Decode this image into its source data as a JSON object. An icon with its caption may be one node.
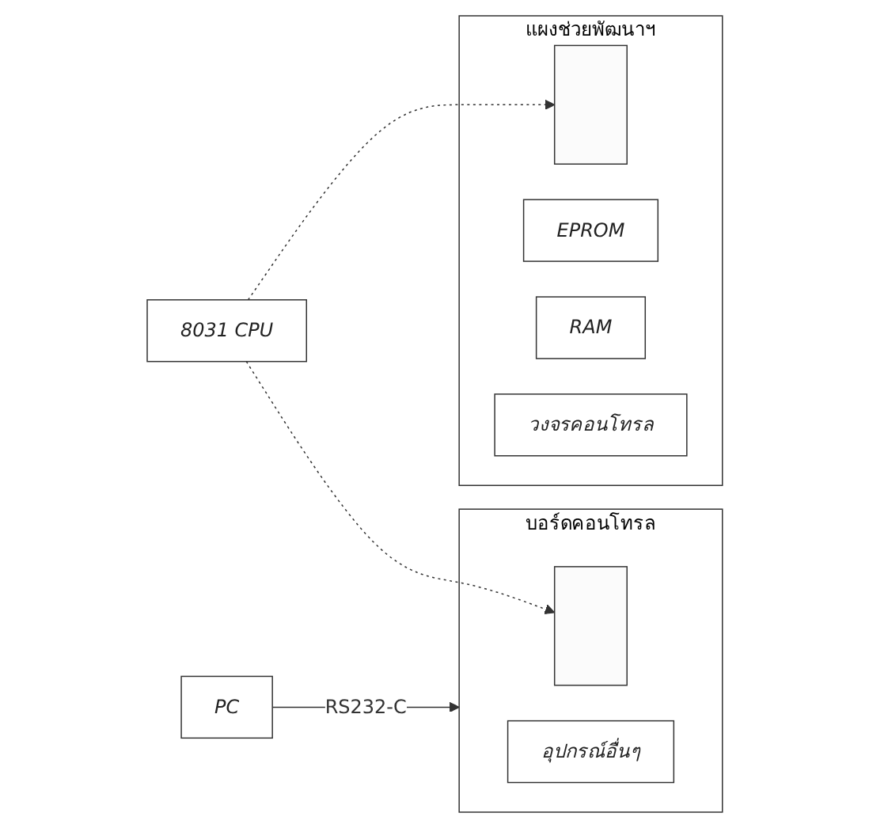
{
  "diagram": {
    "nodes": [
      {
        "text": [
          "บอร์ดคอนโทรล"
        ]
      },
      {
        "text": [],
        "shape": "box",
        "in": 0
      },
      {
        "text": [
          "อุปกรณ์อื่นๆ"
        ],
        "in": 0
      },
      {
        "text": [
          "8031 CPU"
        ]
      },
      {
        "text": [
          "แผงช่วยพัฒนาฯ"
        ]
      },
      {
        "text": [],
        "shape": "box",
        "in": 4
      },
      {
        "text": [
          "EPROM"
        ],
        "in": 4
      },
      {
        "text": [
          "RAM"
        ],
        "in": 4
      },
      {
        "text": [
          "วงจรคอนโทรล"
        ],
        "in": 4
      },
      {
        "text": [
          "PC"
        ]
      }
    ],
    "edges": [
      {
        "from": 3,
        "to": 1,
        "arrow": "to",
        "style": "dashed"
      },
      {
        "from": 3,
        "to": 5,
        "arrow": "to",
        "style": "dashed"
      },
      {
        "from": 9,
        "to": 0,
        "arrow": "to",
        "label": "RS232-C"
      }
    ]
  }
}
